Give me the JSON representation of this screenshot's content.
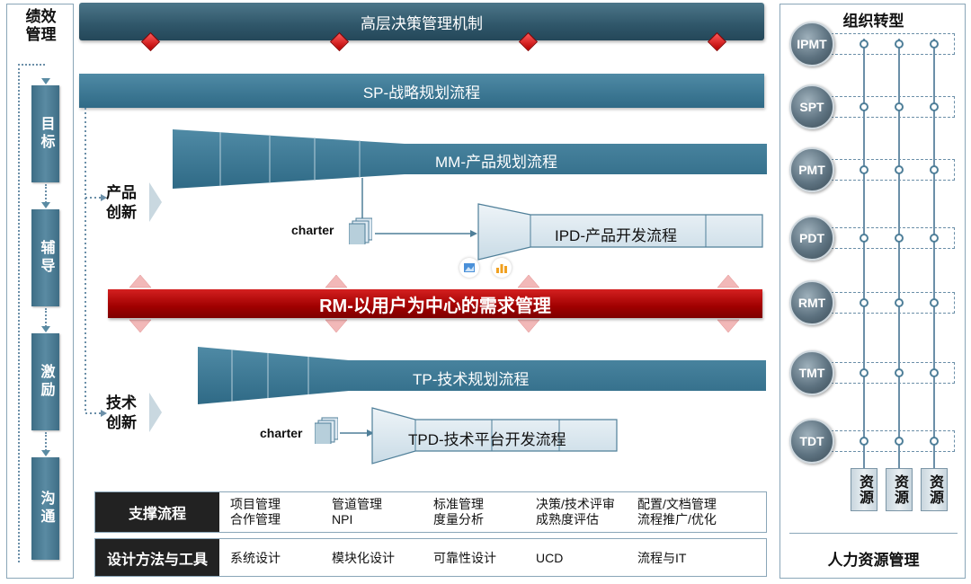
{
  "left_panel": {
    "title_line1": "绩效",
    "title_line2": "管理",
    "items": [
      "目标",
      "辅导",
      "激励",
      "沟通"
    ]
  },
  "top_bar": {
    "label": "高层决策管理机制"
  },
  "sp_bar": {
    "label": "SP-战略规划流程"
  },
  "product": {
    "label_line1": "产品",
    "label_line2": "创新",
    "mm_label": "MM-产品规划流程",
    "charter": "charter",
    "ipd_label": "IPD-产品开发流程"
  },
  "rm_bar": {
    "label": "RM-以用户为中心的需求管理"
  },
  "tech": {
    "label_line1": "技术",
    "label_line2": "创新",
    "tp_label": "TP-技术规划流程",
    "charter": "charter",
    "tpd_label": "TPD-技术平台开发流程"
  },
  "support": {
    "head": "支撑流程",
    "cells": [
      [
        "项目管理",
        "合作管理"
      ],
      [
        "管道管理",
        "NPI"
      ],
      [
        "标准管理",
        "度量分析"
      ],
      [
        "决策/技术评审",
        "成熟度评估"
      ],
      [
        "配置/文档管理",
        "流程推广/优化"
      ]
    ]
  },
  "tools": {
    "head": "设计方法与工具",
    "cells": [
      "系统设计",
      "模块化设计",
      "可靠性设计",
      "UCD",
      "流程与IT"
    ]
  },
  "right_panel": {
    "title": "组织转型",
    "teams": [
      "IPMT",
      "SPT",
      "PMT",
      "PDT",
      "RMT",
      "TMT",
      "TDT"
    ],
    "resources": [
      "资源",
      "资源",
      "资源"
    ],
    "footer": "人力资源管理"
  },
  "colors": {
    "primary_dark": "#2f5669",
    "primary": "#3e6d85",
    "accent_red": "#b80000",
    "light_process": "#dfeaf2"
  },
  "icons": [
    "image-icon",
    "bar-chart-icon",
    "document-stack-icon",
    "double-arrow-icon"
  ]
}
